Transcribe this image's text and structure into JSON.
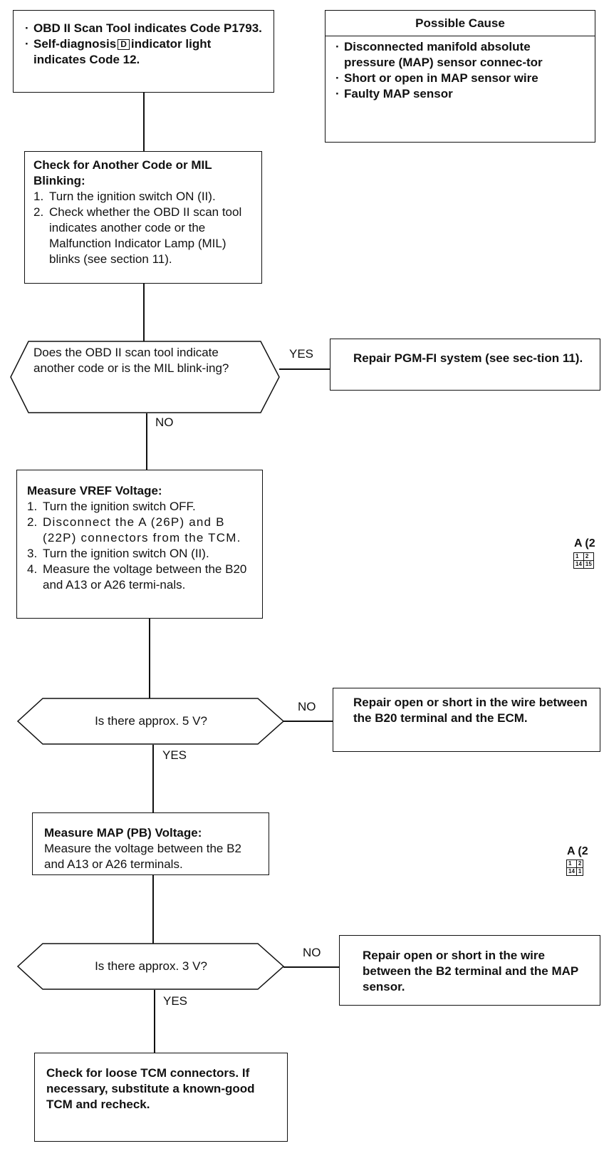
{
  "start": {
    "bullets": [
      "OBD II Scan Tool indicates Code P1793.",
      "Self-diagnosis",
      "D",
      "indicator light indicates Code 12."
    ]
  },
  "cause": {
    "title": "Possible Cause",
    "items": [
      "Disconnected manifold absolute pressure (MAP) sensor connec-tor",
      "Short or open in MAP sensor wire",
      "Faulty MAP sensor"
    ]
  },
  "check_code": {
    "title": "Check for Another Code or MIL Blinking:",
    "steps": [
      {
        "n": "1.",
        "t": "Turn the ignition switch ON (II)."
      },
      {
        "n": "2.",
        "t": "Check whether the OBD II scan tool indicates another code or the Malfunction Indicator Lamp (MIL) blinks (see section 11)."
      }
    ]
  },
  "decision1": {
    "question": "Does the OBD II scan tool indicate another code or is the MIL blink-ing?",
    "yes_label": "YES",
    "no_label": "NO",
    "yes_action": "Repair PGM-FI system (see sec-tion 11)."
  },
  "measure_vref": {
    "title": "Measure VREF Voltage:",
    "steps": [
      {
        "n": "1.",
        "t": "Turn the ignition switch OFF."
      },
      {
        "n": "2.",
        "t": "Disconnect the A (26P) and B (22P) connectors from the TCM."
      },
      {
        "n": "3.",
        "t": "Turn the ignition switch ON (II)."
      },
      {
        "n": "4.",
        "t": "Measure the voltage between the B20 and A13 or A26 termi-nals."
      }
    ]
  },
  "connector1": {
    "label": "A (2",
    "row1": [
      "1",
      "2"
    ],
    "row2": [
      "14",
      "15"
    ]
  },
  "decision2": {
    "question": "Is there approx. 5 V?",
    "no_label": "NO",
    "yes_label": "YES",
    "no_action": "Repair open or short in the wire between the B20 terminal and the ECM."
  },
  "measure_map": {
    "title": "Measure MAP (PB) Voltage:",
    "text": "Measure the voltage between the B2 and A13 or A26 terminals."
  },
  "connector2": {
    "label": "A (2",
    "row1": [
      "1",
      "2"
    ],
    "row2": [
      "14",
      "1"
    ]
  },
  "decision3": {
    "question": "Is there approx. 3 V?",
    "no_label": "NO",
    "yes_label": "YES",
    "no_action": "Repair open or short in the wire between the B2 terminal and the MAP sensor."
  },
  "final": {
    "text": "Check for loose TCM connectors. If necessary, substitute a known-good TCM and recheck."
  }
}
